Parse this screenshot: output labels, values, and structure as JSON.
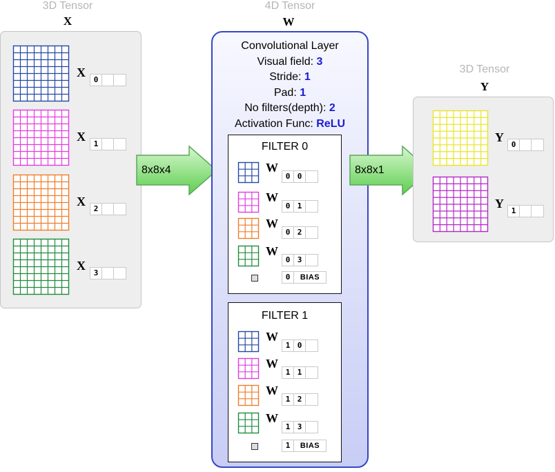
{
  "colors": {
    "blue": "#2347a6",
    "magenta": "#e23be0",
    "orange": "#ef7d28",
    "green": "#1f8a3d",
    "yellow": "#e8e52a",
    "purple": "#b326c7",
    "conv_border": "#3646c4",
    "value_blue": "#1b1bd1",
    "arrow_green": "#8be07a"
  },
  "input_tensor": {
    "type_label": "3D Tensor",
    "symbol": "X",
    "slices": [
      {
        "letter": "X",
        "indices": [
          "0",
          "",
          ""
        ],
        "color": "blue"
      },
      {
        "letter": "X",
        "indices": [
          "1",
          "",
          ""
        ],
        "color": "magenta"
      },
      {
        "letter": "X",
        "indices": [
          "2",
          "",
          ""
        ],
        "color": "orange"
      },
      {
        "letter": "X",
        "indices": [
          "3",
          "",
          ""
        ],
        "color": "green"
      }
    ]
  },
  "input_arrow": {
    "label": "8x8x4"
  },
  "weight_tensor": {
    "type_label": "4D Tensor",
    "symbol": "W",
    "layer": {
      "title": "Convolutional Layer",
      "params": [
        {
          "label": "Visual field: ",
          "value": "3"
        },
        {
          "label": "Stride: ",
          "value": "1"
        },
        {
          "label": "Pad: ",
          "value": "1"
        },
        {
          "label": "No filters(depth): ",
          "value": "2"
        },
        {
          "label": "Activation Func: ",
          "value": "ReLU"
        }
      ]
    },
    "filters": [
      {
        "title": "FILTER 0",
        "weights": [
          {
            "letter": "W",
            "indices": [
              "0",
              "0",
              ""
            ],
            "color": "blue"
          },
          {
            "letter": "W",
            "indices": [
              "0",
              "1",
              ""
            ],
            "color": "magenta"
          },
          {
            "letter": "W",
            "indices": [
              "0",
              "2",
              ""
            ],
            "color": "orange"
          },
          {
            "letter": "W",
            "indices": [
              "0",
              "3",
              ""
            ],
            "color": "green"
          }
        ],
        "bias": {
          "index": "0",
          "label": "BIAS"
        }
      },
      {
        "title": "FILTER 1",
        "weights": [
          {
            "letter": "W",
            "indices": [
              "1",
              "0",
              ""
            ],
            "color": "blue"
          },
          {
            "letter": "W",
            "indices": [
              "1",
              "1",
              ""
            ],
            "color": "magenta"
          },
          {
            "letter": "W",
            "indices": [
              "1",
              "2",
              ""
            ],
            "color": "orange"
          },
          {
            "letter": "W",
            "indices": [
              "1",
              "3",
              ""
            ],
            "color": "green"
          }
        ],
        "bias": {
          "index": "1",
          "label": "BIAS"
        }
      }
    ]
  },
  "output_arrow": {
    "label": "8x8x1"
  },
  "output_tensor": {
    "type_label": "3D Tensor",
    "symbol": "Y",
    "slices": [
      {
        "letter": "Y",
        "indices": [
          "0",
          "",
          ""
        ],
        "color": "yellow"
      },
      {
        "letter": "Y",
        "indices": [
          "1",
          "",
          ""
        ],
        "color": "purple"
      }
    ]
  }
}
